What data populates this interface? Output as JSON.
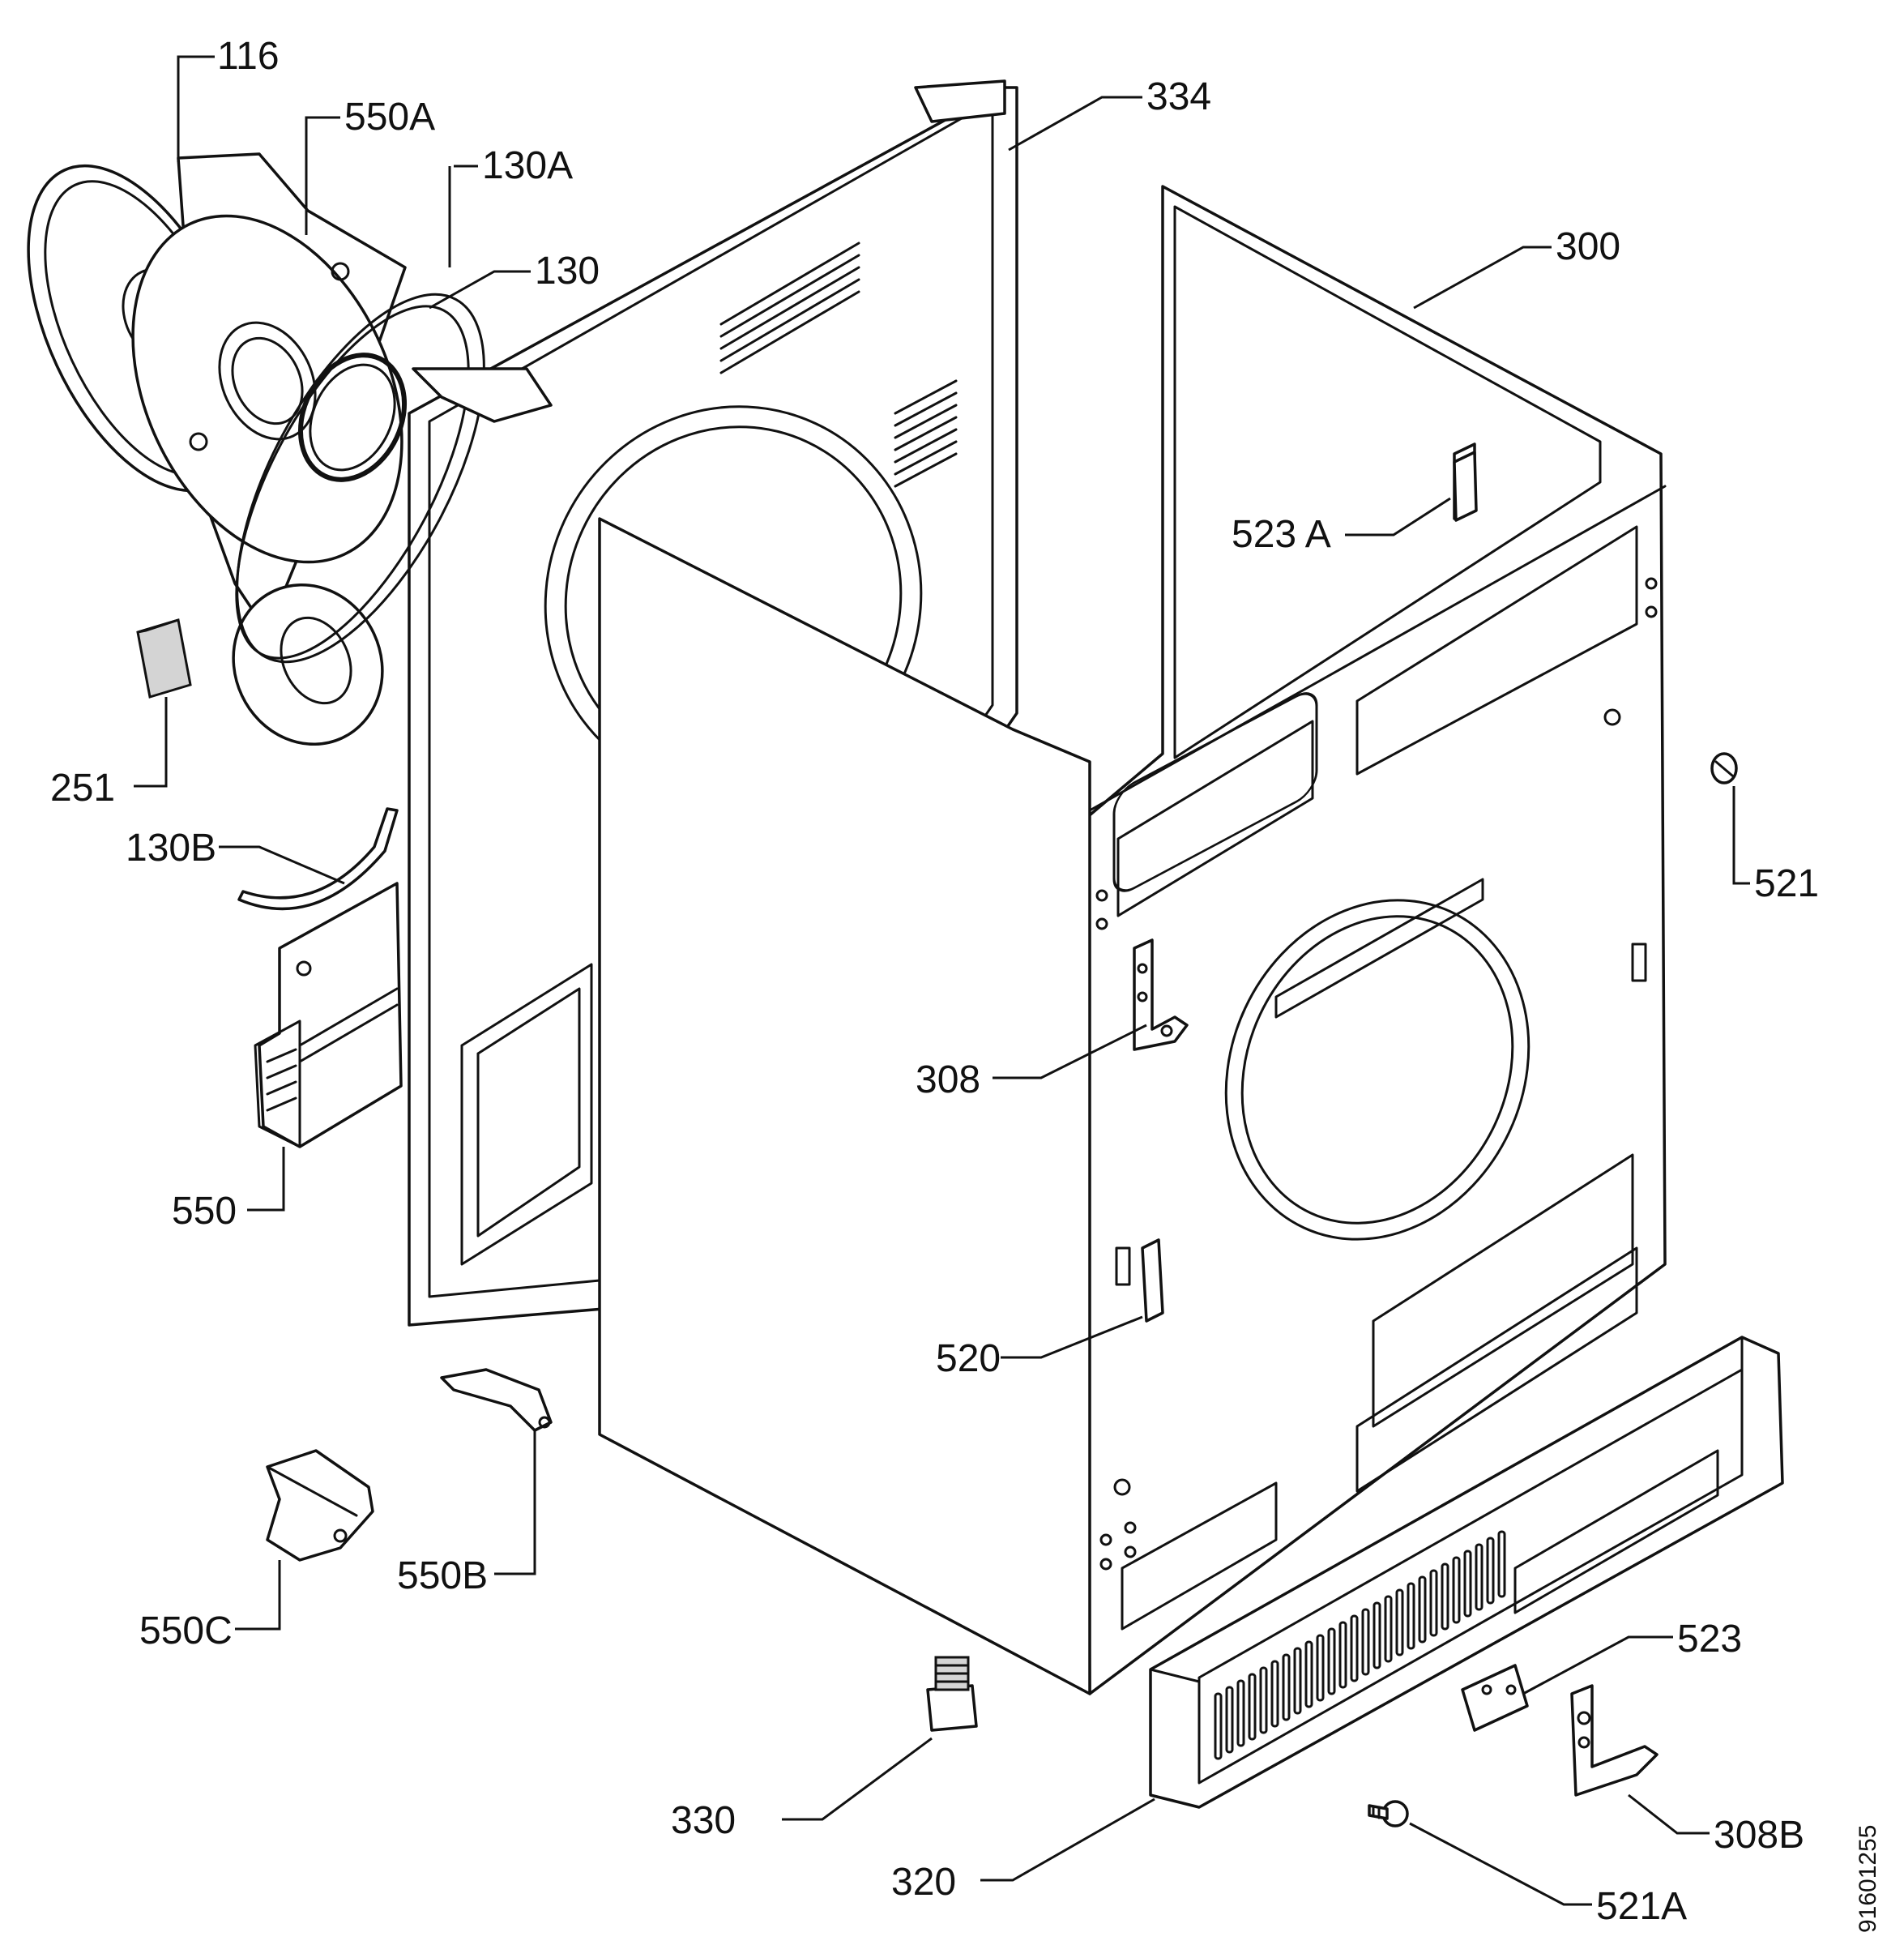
{
  "diagram": {
    "drawing_number": "91601255",
    "labels": {
      "p116": "116",
      "p550a": "550A",
      "p130a": "130A",
      "p130": "130",
      "p334": "334",
      "p300": "300",
      "p523a": "523 A",
      "p251": "251",
      "p130b": "130B",
      "p521": "521",
      "p308": "308",
      "p550": "550",
      "p520": "520",
      "p550b": "550B",
      "p550c": "550C",
      "p523": "523",
      "p330": "330",
      "p308b": "308B",
      "p320": "320",
      "p521a": "521A"
    }
  }
}
